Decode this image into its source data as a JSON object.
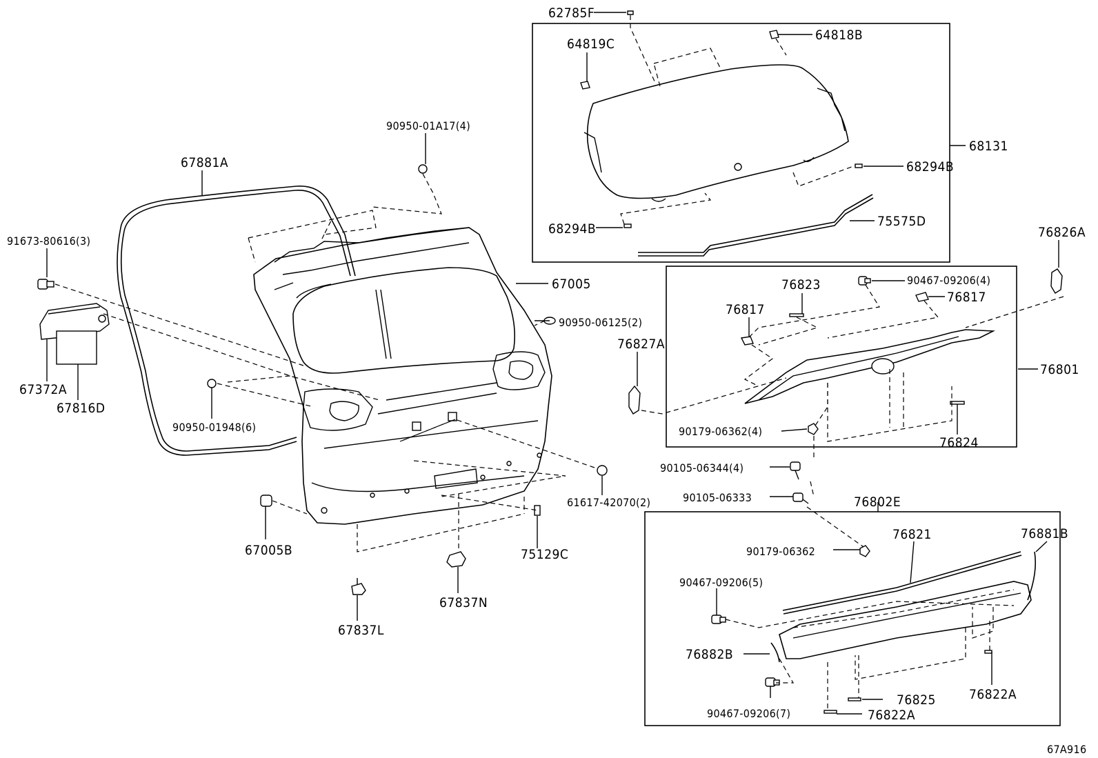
{
  "labels": {
    "p62785F": "62785F",
    "p64818B": "64818B",
    "p64819C": "64819C",
    "p68131": "68131",
    "p68294B_r": "68294B",
    "p68294B_l": "68294B",
    "p75575D": "75575D",
    "p90950_01A17": "90950-01A17(4)",
    "p67881A": "67881A",
    "p91673_80616": "91673-80616(3)",
    "p67005": "67005",
    "p90950_06125": "90950-06125(2)",
    "p67372A": "67372A",
    "p67816D": "67816D",
    "p90950_01948": "90950-01948(6)",
    "p76826A": "76826A",
    "p90467_09206_4": "90467-09206(4)",
    "p76823": "76823",
    "p76817_r": "76817",
    "p76817_l": "76817",
    "p76827A": "76827A",
    "p76801": "76801",
    "p90179_06362_4": "90179-06362(4)",
    "p76824": "76824",
    "p90105_06344": "90105-06344(4)",
    "p61617_42070": "61617-42070(2)",
    "p90105_06333": "90105-06333",
    "p76802E": "76802E",
    "p67005B": "67005B",
    "p75129C": "75129C",
    "p76821": "76821",
    "p76881B": "76881B",
    "p90179_06362": "90179-06362",
    "p90467_09206_5": "90467-09206(5)",
    "p67837N": "67837N",
    "p67837L": "67837L",
    "p76882B": "76882B",
    "p76825": "76825",
    "p76822A_r": "76822A",
    "p90467_09206_7": "90467-09206(7)",
    "p76822A_b": "76822A",
    "ref": "67A916"
  }
}
